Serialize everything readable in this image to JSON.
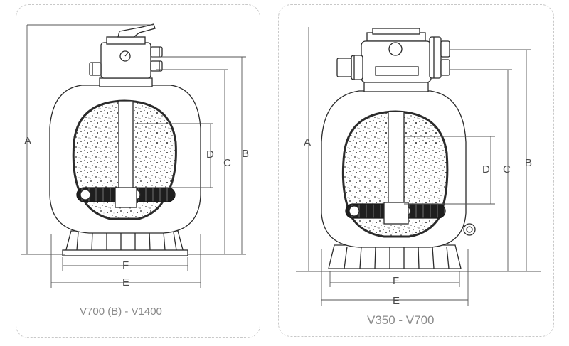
{
  "models": [
    {
      "caption": "V700 (B) - V1400",
      "dimensions": {
        "A": "A",
        "B": "B",
        "C": "C",
        "D": "D",
        "E": "E",
        "F": "F"
      }
    },
    {
      "caption": "V350 - V700",
      "dimensions": {
        "A": "A",
        "B": "B",
        "C": "C",
        "D": "D",
        "E": "E",
        "F": "F"
      }
    }
  ],
  "colors": {
    "line": "#2b2b2b",
    "dim_line": "#555555",
    "panel_border": "#c8c8c8",
    "caption": "#8a8a8a"
  }
}
